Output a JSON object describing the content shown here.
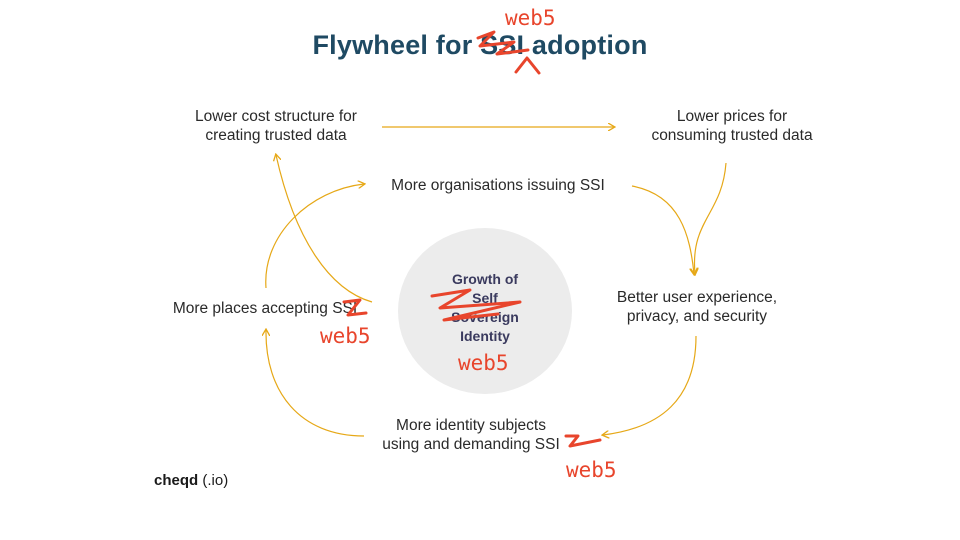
{
  "title": {
    "prefix": "Flywheel for ",
    "struck": "SSI",
    "suffix": " adoption"
  },
  "nodes": {
    "lower_cost": "Lower cost structure for\ncreating trusted data",
    "lower_prices": "Lower prices for\nconsuming trusted data",
    "more_orgs": "More organisations issuing SSI",
    "better_ux": "Better user experience,\nprivacy, and security",
    "more_subjects": "More identity subjects\nusing and demanding SSI",
    "more_places": "More places accepting SSI"
  },
  "center": {
    "label": "Growth of\nSelf\nSovereign\nIdentity"
  },
  "annotations": {
    "title_replacement": "web5",
    "left_replacement": "web5",
    "center_replacement": "web5",
    "bottom_replacement": "web5"
  },
  "brand": {
    "name": "cheqd",
    "domain": "(.io)"
  },
  "colors": {
    "arrow": "#e6a817",
    "title": "#1f4a63",
    "annotation": "#e8452c",
    "center_fill": "#ececec"
  }
}
